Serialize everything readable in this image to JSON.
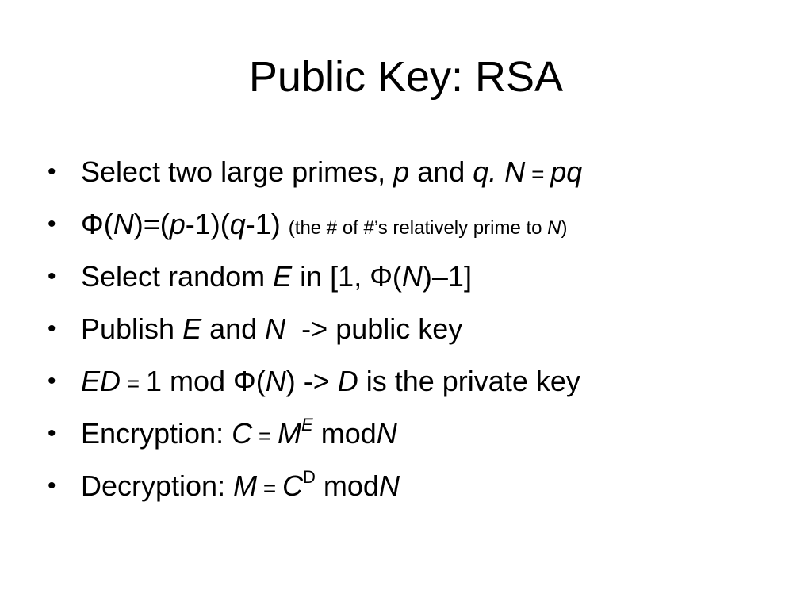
{
  "slide": {
    "title": "Public Key: RSA",
    "bullet_glyph": "•",
    "bullets": [
      {
        "parts": [
          {
            "t": "Select two large primes, ",
            "i": false
          },
          {
            "t": "p",
            "i": true
          },
          {
            "t": " and ",
            "i": false
          },
          {
            "t": "q. N",
            "i": true
          },
          {
            "t": " = ",
            "i": false,
            "s": "eq"
          },
          {
            "t": "pq",
            "i": true
          }
        ]
      },
      {
        "parts": [
          {
            "t": "Φ(",
            "i": false
          },
          {
            "t": "N",
            "i": true
          },
          {
            "t": ")=(",
            "i": false
          },
          {
            "t": "p",
            "i": true
          },
          {
            "t": "-1)(",
            "i": false
          },
          {
            "t": "q",
            "i": true
          },
          {
            "t": "-1) ",
            "i": false
          },
          {
            "t": "(the # of #’s relatively prime to ",
            "i": false,
            "s": "sm"
          },
          {
            "t": "N",
            "i": true,
            "s": "sm"
          },
          {
            "t": ")",
            "i": false,
            "s": "sm"
          }
        ]
      },
      {
        "parts": [
          {
            "t": "Select random ",
            "i": false
          },
          {
            "t": "E",
            "i": true
          },
          {
            "t": " in [1, Φ(",
            "i": false
          },
          {
            "t": "N",
            "i": true
          },
          {
            "t": ")–1]",
            "i": false
          }
        ]
      },
      {
        "parts": [
          {
            "t": "Publish ",
            "i": false
          },
          {
            "t": "E",
            "i": true
          },
          {
            "t": " and ",
            "i": false
          },
          {
            "t": "N",
            "i": true
          },
          {
            "t": "  -> public key",
            "i": false
          }
        ]
      },
      {
        "parts": [
          {
            "t": "ED",
            "i": true
          },
          {
            "t": " = ",
            "i": false,
            "s": "eq"
          },
          {
            "t": "1 mod Φ(",
            "i": false
          },
          {
            "t": "N",
            "i": true
          },
          {
            "t": ") -> ",
            "i": false
          },
          {
            "t": "D",
            "i": true
          },
          {
            "t": " is the private key",
            "i": false
          }
        ]
      },
      {
        "parts": [
          {
            "t": "Encryption: ",
            "i": false
          },
          {
            "t": "C",
            "i": true
          },
          {
            "t": " = ",
            "i": false,
            "s": "eq"
          },
          {
            "t": "M",
            "i": true
          },
          {
            "t": "E",
            "i": true,
            "s": "sup"
          },
          {
            "t": " mod",
            "i": false
          },
          {
            "t": "N",
            "i": true
          }
        ]
      },
      {
        "parts": [
          {
            "t": "Decryption: ",
            "i": false
          },
          {
            "t": "M",
            "i": true
          },
          {
            "t": " = ",
            "i": false,
            "s": "eq"
          },
          {
            "t": "C",
            "i": true
          },
          {
            "t": "D",
            "i": false,
            "s": "sup"
          },
          {
            "t": " mod",
            "i": false
          },
          {
            "t": "N",
            "i": true
          }
        ]
      }
    ]
  }
}
